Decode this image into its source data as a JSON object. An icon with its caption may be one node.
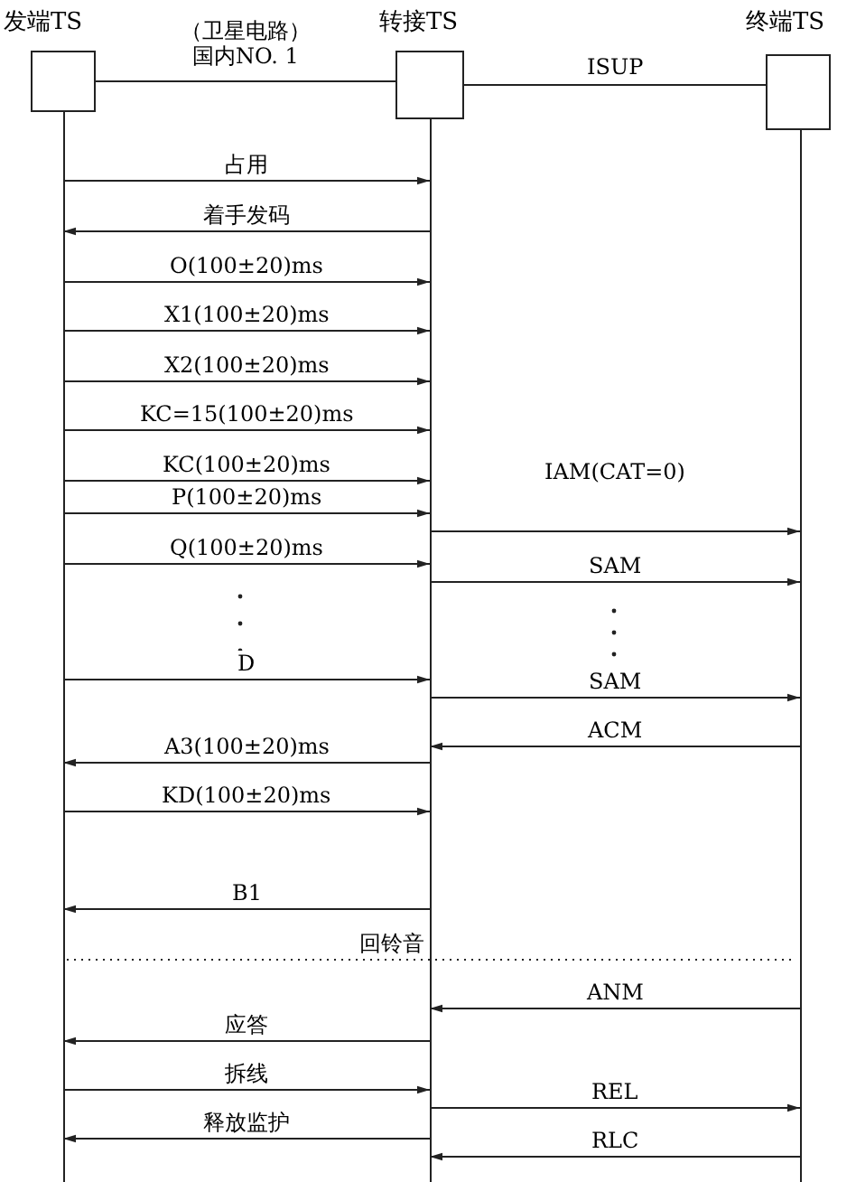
{
  "diagram": {
    "nodes": [
      {
        "text": [
          "发端TS"
        ]
      },
      {
        "text": [
          "转接TS"
        ]
      },
      {
        "text": [
          "终端TS"
        ]
      }
    ],
    "edges": [
      {
        "from": 0,
        "to": 1,
        "arrow": "none",
        "label": "（卫星电路）国内NO. 1"
      },
      {
        "from": 1,
        "to": 2,
        "arrow": "none",
        "label": "ISUP"
      },
      {
        "from": 0,
        "to": 1,
        "arrow": "to",
        "label": "占用"
      },
      {
        "from": 1,
        "to": 0,
        "arrow": "to",
        "label": "着手发码"
      },
      {
        "from": 0,
        "to": 1,
        "arrow": "to",
        "label": "O(100±20)ms"
      },
      {
        "from": 0,
        "to": 1,
        "arrow": "to",
        "label": "X1(100±20)ms"
      },
      {
        "from": 0,
        "to": 1,
        "arrow": "to",
        "label": "X2(100±20)ms"
      },
      {
        "from": 0,
        "to": 1,
        "arrow": "to",
        "label": "KC=15(100±20)ms"
      },
      {
        "from": 0,
        "to": 1,
        "arrow": "to",
        "label": "KC(100±20)ms"
      },
      {
        "from": 0,
        "to": 1,
        "arrow": "to",
        "label": "P(100±20)ms"
      },
      {
        "from": 1,
        "to": 2,
        "arrow": "to",
        "label": "IAM(CAT=0)"
      },
      {
        "from": 0,
        "to": 1,
        "arrow": "to",
        "label": "Q(100±20)ms"
      },
      {
        "from": 1,
        "to": 2,
        "arrow": "to",
        "label": "SAM"
      },
      {
        "from": 0,
        "to": 1,
        "arrow": "to",
        "label": "D"
      },
      {
        "from": 1,
        "to": 2,
        "arrow": "to",
        "label": "SAM"
      },
      {
        "from": 2,
        "to": 1,
        "arrow": "to",
        "label": "ACM"
      },
      {
        "from": 1,
        "to": 0,
        "arrow": "to",
        "label": "A3(100±20)ms"
      },
      {
        "from": 0,
        "to": 1,
        "arrow": "to",
        "label": "KD(100±20)ms"
      },
      {
        "from": 1,
        "to": 0,
        "arrow": "to",
        "label": "B1"
      },
      {
        "from": 2,
        "to": 1,
        "arrow": "to",
        "label": "ANM"
      },
      {
        "from": 1,
        "to": 0,
        "arrow": "to",
        "label": "应答"
      },
      {
        "from": 0,
        "to": 1,
        "arrow": "to",
        "label": "拆线"
      },
      {
        "from": 1,
        "to": 2,
        "arrow": "to",
        "label": "REL"
      },
      {
        "from": 1,
        "to": 0,
        "arrow": "to",
        "label": "释放监护"
      },
      {
        "from": 2,
        "to": 1,
        "arrow": "to",
        "label": "RLC"
      }
    ],
    "labels": [
      "回铃音"
    ]
  }
}
